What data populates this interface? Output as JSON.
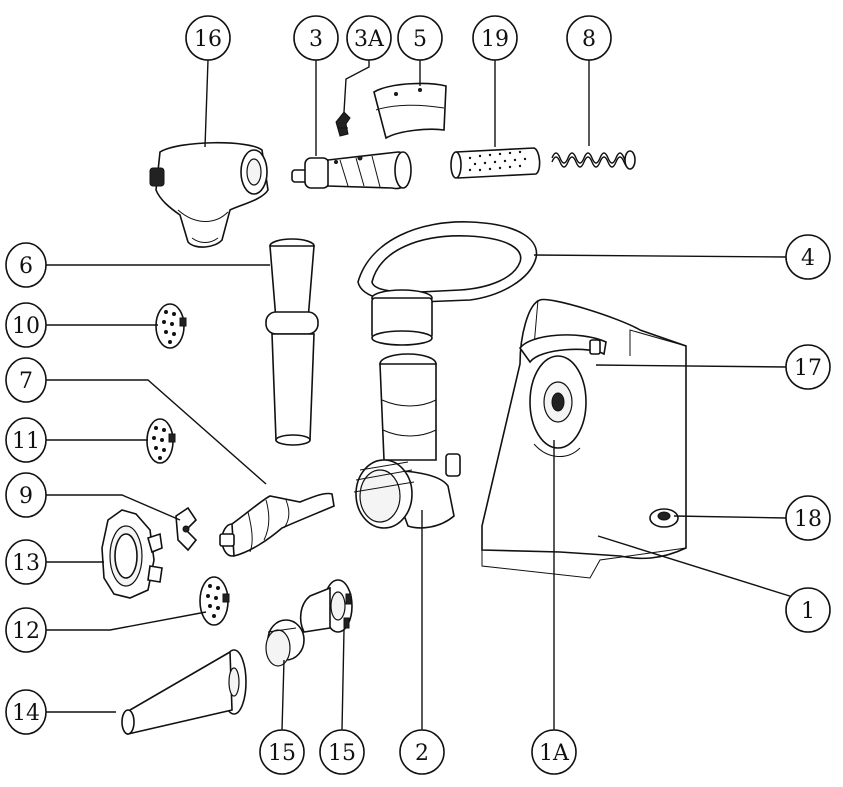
{
  "figure": {
    "type": "exploded-parts-diagram",
    "subject": "meat grinder / juicer attachment set",
    "line_color": "#111111",
    "background": "#ffffff"
  },
  "callouts": {
    "c16": "16",
    "c3": "3",
    "c3A": "3A",
    "c5": "5",
    "c19": "19",
    "c8": "8",
    "c6": "6",
    "c4": "4",
    "c10": "10",
    "c17": "17",
    "c7": "7",
    "c11": "11",
    "c9": "9",
    "c18": "18",
    "c13": "13",
    "c1": "1",
    "c12": "12",
    "c14": "14",
    "c15a": "15",
    "c15b": "15",
    "c2": "2",
    "c1A": "1A"
  }
}
